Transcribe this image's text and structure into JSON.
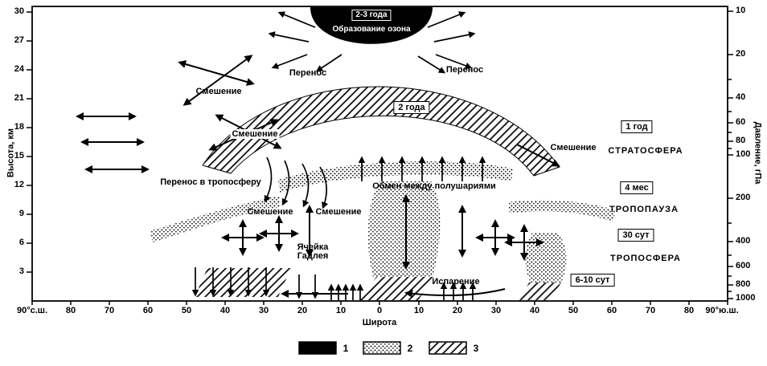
{
  "figure": {
    "axes": {
      "left": {
        "label": "Высота, км",
        "ticks": [
          "30",
          "27",
          "24",
          "21",
          "18",
          "15",
          "12",
          "9",
          "6",
          "3"
        ]
      },
      "right": {
        "label": "Давление, гПа",
        "ticks": [
          "10",
          "20",
          "40",
          "60",
          "80",
          "100",
          "200",
          "400",
          "600",
          "800",
          "1000"
        ]
      },
      "bottom": {
        "label": "Широта",
        "ticks": [
          "90°с.ш.",
          "80",
          "70",
          "60",
          "50",
          "40",
          "30",
          "20",
          "10",
          "0",
          "10",
          "20",
          "30",
          "40",
          "50",
          "60",
          "70",
          "80",
          "90°ю.ш."
        ]
      }
    },
    "dome": {
      "period": "2-3 года",
      "caption": "Образование озона"
    },
    "annotations": {
      "transport_left": "Перенос",
      "transport_right": "Перенос",
      "mixing": [
        "Смешение",
        "Смешение",
        "Смешение",
        "Смешение",
        "Смешение"
      ],
      "transport_to_troposphere": "Перенос в тропосферу",
      "hemisphere_exchange": "Обмен между полушариями",
      "hadley_cell": [
        "Ячейка",
        "Гадлея"
      ],
      "evaporation": "Испарение"
    },
    "time_boxes": {
      "stratosphere_top": "2 года",
      "stratosphere_right": "1 год",
      "tropopause_right": "4 мес",
      "troposphere_upper": "30 сут",
      "troposphere_lower": "6-10 сут"
    },
    "layers": {
      "stratosphere": "СТРАТОСФЕРА",
      "tropopause": "ТРОПОПАУЗА",
      "troposphere": "ТРОПОСФЕРА"
    },
    "legend": [
      {
        "pattern": "solid-black",
        "label": "1"
      },
      {
        "pattern": "dots",
        "label": "2"
      },
      {
        "pattern": "diagonal-hatch",
        "label": "3"
      }
    ],
    "colors": {
      "ink": "#000000",
      "paper": "#ffffff"
    }
  }
}
